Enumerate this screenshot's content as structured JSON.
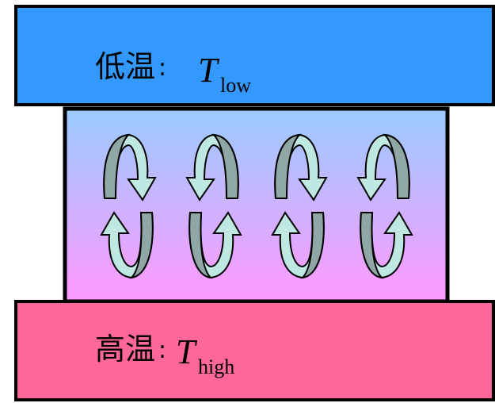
{
  "cold_plate": {
    "label": "低温",
    "separator": ":",
    "symbol": "T",
    "subscript": "low",
    "color": "#3399ff"
  },
  "hot_plate": {
    "label": "高温",
    "separator": ":",
    "symbol": "T",
    "subscript": "high",
    "color": "#ff6699"
  },
  "fluid_layer": {
    "gradient_top": "#99ccff",
    "gradient_bottom": "#ff99ff",
    "cell_count": 4
  },
  "arrow_colors": {
    "light": "#bfe8e3",
    "dark": "#8fa8a6",
    "outline": "#000000"
  }
}
